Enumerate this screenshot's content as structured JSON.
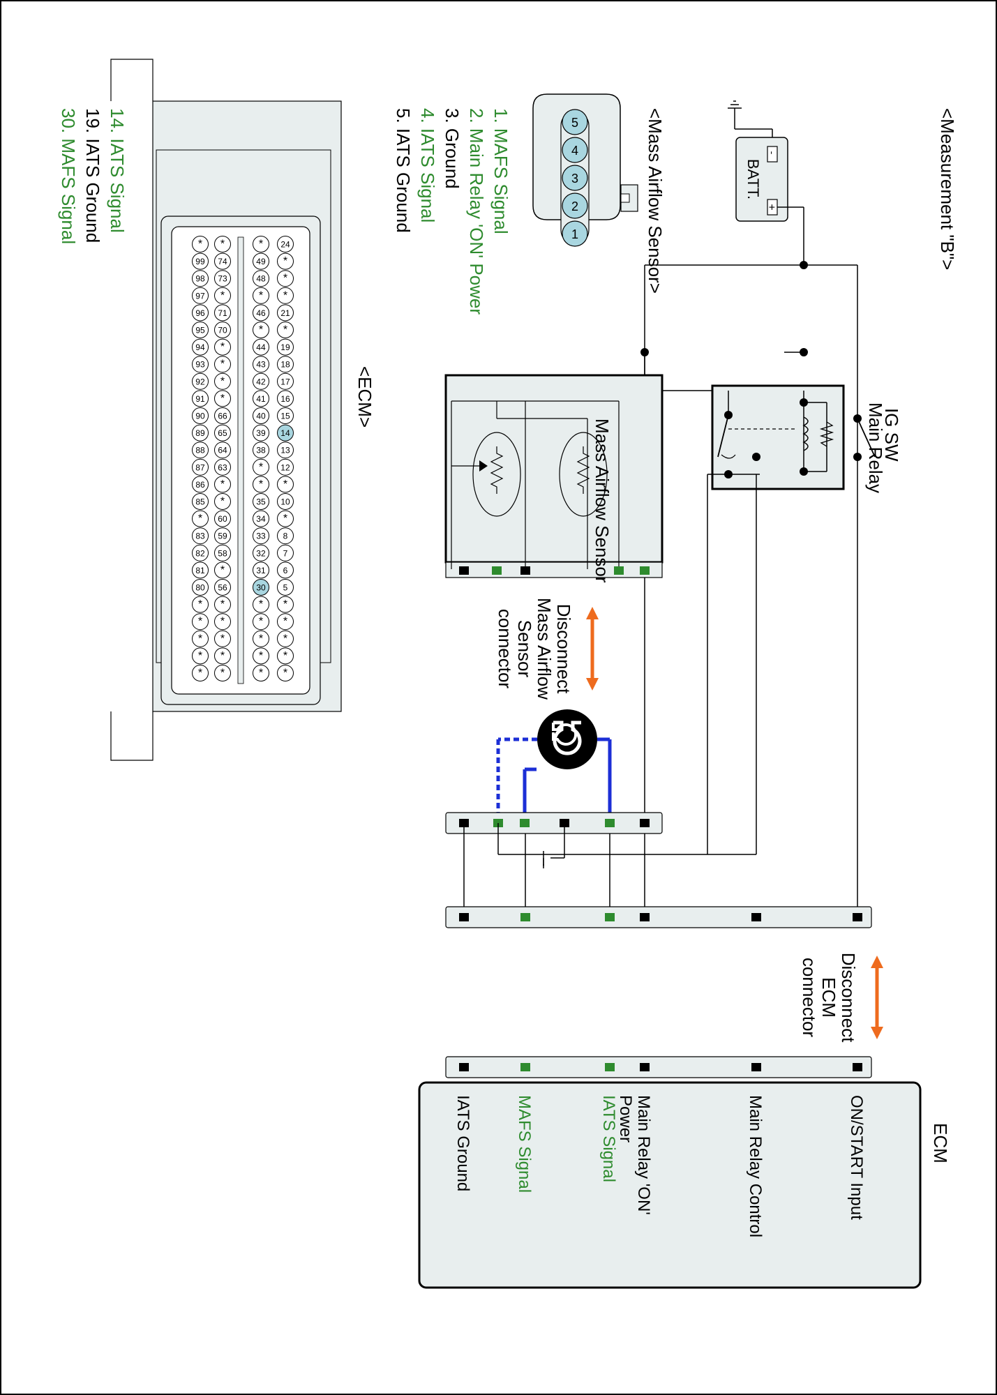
{
  "title": "<Measurement \"B\">",
  "battery": {
    "label": "BATT.",
    "plus": "+",
    "minus": "-"
  },
  "ig_switch": {
    "label": "IG SW"
  },
  "main_relay": {
    "label": "Main Relay"
  },
  "maf_sensor_block": {
    "label": "Mass Airflow Sensor"
  },
  "maf_connector_view": {
    "header": "<Mass Airflow Sensor>",
    "pins": [
      "5",
      "4",
      "3",
      "2",
      "1"
    ],
    "legend": [
      {
        "text": "1. MAFS Signal",
        "color": "#2e8b2e"
      },
      {
        "text": "2. Main Relay 'ON' Power",
        "color": "#2e8b2e"
      },
      {
        "text": "3. Ground",
        "color": "#000000"
      },
      {
        "text": "4. IATS Signal",
        "color": "#2e8b2e"
      },
      {
        "text": "5. IATS Ground",
        "color": "#000000"
      }
    ]
  },
  "ecm_connector_view": {
    "header": "<ECM>",
    "legend": [
      {
        "text": "14. IATS Signal",
        "color": "#2e8b2e"
      },
      {
        "text": "19. IATS Ground",
        "color": "#000000"
      },
      {
        "text": "30. MAFS Signal",
        "color": "#2e8b2e"
      }
    ],
    "rows": [
      [
        "24",
        "*",
        "*",
        "*",
        "21",
        "*",
        "19",
        "18",
        "17",
        "16",
        "15",
        "14",
        "13",
        "12",
        "*",
        "10",
        "*",
        "8",
        "7",
        "6",
        "5",
        "*",
        "*",
        "*",
        "*",
        "*"
      ],
      [
        "*",
        "49",
        "48",
        "*",
        "46",
        "*",
        "44",
        "43",
        "42",
        "41",
        "40",
        "39",
        "38",
        "*",
        "*",
        "35",
        "34",
        "33",
        "32",
        "31",
        "30",
        "*",
        "*",
        "*",
        "*",
        "*"
      ],
      [
        "*",
        "74",
        "73",
        "*",
        "71",
        "70",
        "*",
        "*",
        "*",
        "*",
        "66",
        "65",
        "64",
        "63",
        "*",
        "*",
        "60",
        "59",
        "58",
        "*",
        "56",
        "*",
        "*",
        "*",
        "*",
        "*"
      ],
      [
        "*",
        "99",
        "98",
        "97",
        "96",
        "95",
        "94",
        "93",
        "92",
        "91",
        "90",
        "89",
        "88",
        "87",
        "86",
        "85",
        "*",
        "83",
        "82",
        "81",
        "80",
        "*",
        "*",
        "*",
        "*",
        "*"
      ]
    ],
    "highlight_pins": [
      "14",
      "30"
    ]
  },
  "disconnect_maf": {
    "lines": [
      "Disconnect",
      "Mass Airflow",
      "Sensor",
      "connector"
    ]
  },
  "disconnect_ecm": {
    "lines": [
      "Disconnect",
      "ECM",
      "connector"
    ]
  },
  "meter_icon": "ohm-meter-icon",
  "ecm_block": {
    "label": "ECM",
    "terminals": [
      {
        "text": "ON/START Input",
        "color": "#000000"
      },
      {
        "text": "Main Relay Control",
        "color": "#000000"
      },
      {
        "text": "Main Relay 'ON'",
        "text2": "Power",
        "color": "#000000"
      },
      {
        "text": "MAFS Signal",
        "color": "#2e8b2e"
      },
      {
        "text": "IATS Signal",
        "color": "#2e8b2e"
      },
      {
        "text": "IATS Ground",
        "color": "#000000"
      }
    ]
  },
  "colors": {
    "line": "#000000",
    "probe_wire": "#1c2fd6",
    "arrow": "#ee6b1e",
    "pin_fill": "#a9d6e0",
    "green_terminal": "#2e8b2e",
    "panel_fill": "#e8eeee",
    "green_text": "#2e8b2e"
  }
}
